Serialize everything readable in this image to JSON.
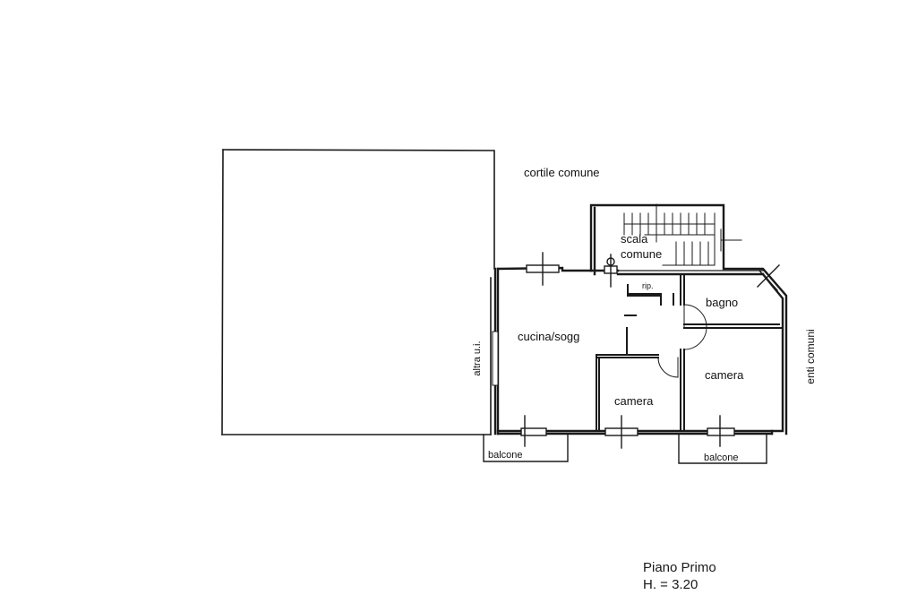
{
  "plan": {
    "outside": {
      "courtyard": "cortile comune",
      "neighbor_unit": "altra u.i.",
      "common_areas": "enti comuni"
    },
    "rooms": {
      "stair": "scala",
      "stair_common": "comune",
      "storage": "rip.",
      "kitchen": "cucina/sogg",
      "bathroom": "bagno",
      "bedroom_left": "camera",
      "bedroom_right": "camera",
      "balcony_left": "balcone",
      "balcony_right": "balcone"
    }
  },
  "caption": {
    "floor": "Piano Primo",
    "height": "H. = 3.20"
  }
}
